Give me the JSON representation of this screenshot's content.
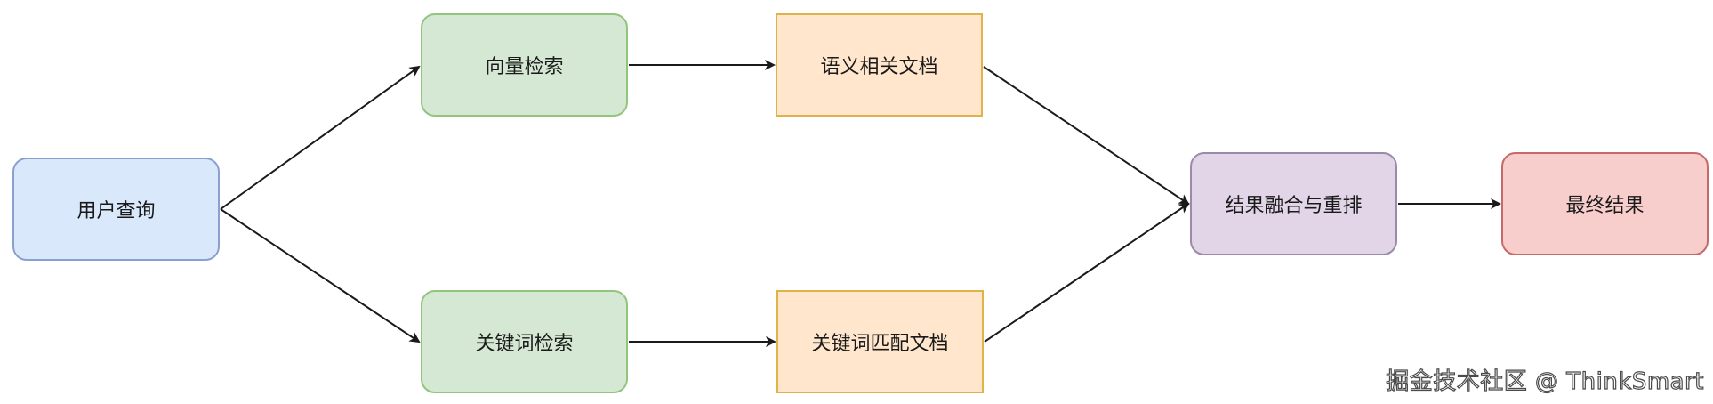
{
  "diagram": {
    "nodes": {
      "user_query": "用户查询",
      "vector_search": "向量检索",
      "keyword_search": "关键词检索",
      "semantic_docs": "语义相关文档",
      "keyword_docs": "关键词匹配文档",
      "fusion_rerank": "结果融合与重排",
      "final_result": "最终结果"
    },
    "edges": [
      {
        "from": "user_query",
        "to": "vector_search"
      },
      {
        "from": "user_query",
        "to": "keyword_search"
      },
      {
        "from": "vector_search",
        "to": "semantic_docs"
      },
      {
        "from": "keyword_search",
        "to": "keyword_docs"
      },
      {
        "from": "semantic_docs",
        "to": "fusion_rerank"
      },
      {
        "from": "keyword_docs",
        "to": "fusion_rerank"
      },
      {
        "from": "fusion_rerank",
        "to": "final_result"
      }
    ],
    "colors": {
      "user_query": "#dae8fc",
      "search": "#d5e8d4",
      "docs": "#ffe6cc",
      "fusion": "#e1d5e7",
      "final": "#f8cecc",
      "arrow": "#1a1a1a"
    }
  },
  "watermark": "掘金技术社区 @ ThinkSmart"
}
